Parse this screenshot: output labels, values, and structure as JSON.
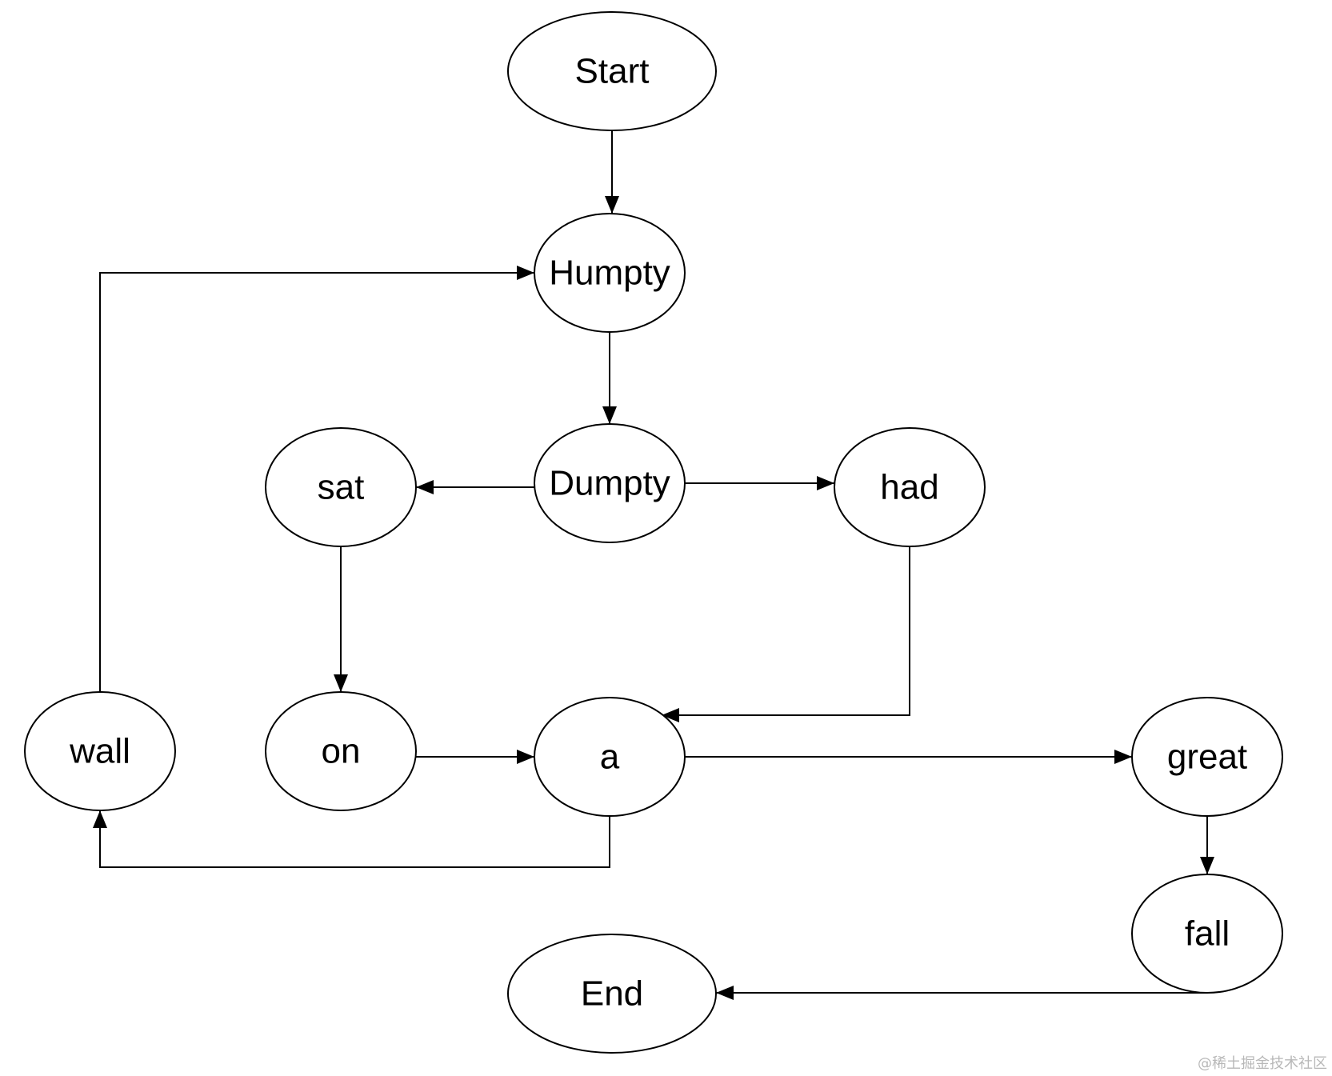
{
  "diagram": {
    "type": "directed-graph",
    "node_shape": "ellipse",
    "colors": {
      "stroke": "#000000",
      "fill": "#ffffff",
      "text": "#000000",
      "watermark": "#b8b8b8"
    },
    "nodes": [
      {
        "id": "start",
        "label": "Start"
      },
      {
        "id": "humpty",
        "label": "Humpty"
      },
      {
        "id": "dumpty",
        "label": "Dumpty"
      },
      {
        "id": "sat",
        "label": "sat"
      },
      {
        "id": "had",
        "label": "had"
      },
      {
        "id": "on",
        "label": "on"
      },
      {
        "id": "a",
        "label": "a"
      },
      {
        "id": "wall",
        "label": "wall"
      },
      {
        "id": "great",
        "label": "great"
      },
      {
        "id": "fall",
        "label": "fall"
      },
      {
        "id": "end",
        "label": "End"
      }
    ],
    "edges": [
      {
        "from": "start",
        "to": "humpty"
      },
      {
        "from": "humpty",
        "to": "dumpty"
      },
      {
        "from": "dumpty",
        "to": "sat"
      },
      {
        "from": "dumpty",
        "to": "had"
      },
      {
        "from": "sat",
        "to": "on"
      },
      {
        "from": "had",
        "to": "a"
      },
      {
        "from": "on",
        "to": "a"
      },
      {
        "from": "a",
        "to": "great"
      },
      {
        "from": "a",
        "to": "wall"
      },
      {
        "from": "wall",
        "to": "humpty"
      },
      {
        "from": "great",
        "to": "fall"
      },
      {
        "from": "fall",
        "to": "end"
      }
    ]
  },
  "watermark": "@稀土掘金技术社区"
}
